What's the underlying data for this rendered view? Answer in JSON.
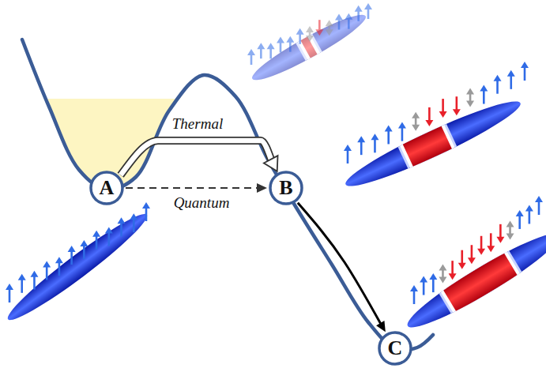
{
  "diagram": {
    "nodes": [
      {
        "text": [
          "A"
        ]
      },
      {
        "text": [
          "B"
        ]
      },
      {
        "text": [
          "C"
        ]
      }
    ],
    "edges": [
      {
        "from": 0,
        "to": 1,
        "arrow": "to",
        "label": "Thermal"
      },
      {
        "from": 0,
        "to": 1,
        "arrow": "to",
        "label": "Quantum"
      },
      {
        "from": 1,
        "to": 2,
        "arrow": "to"
      }
    ]
  }
}
